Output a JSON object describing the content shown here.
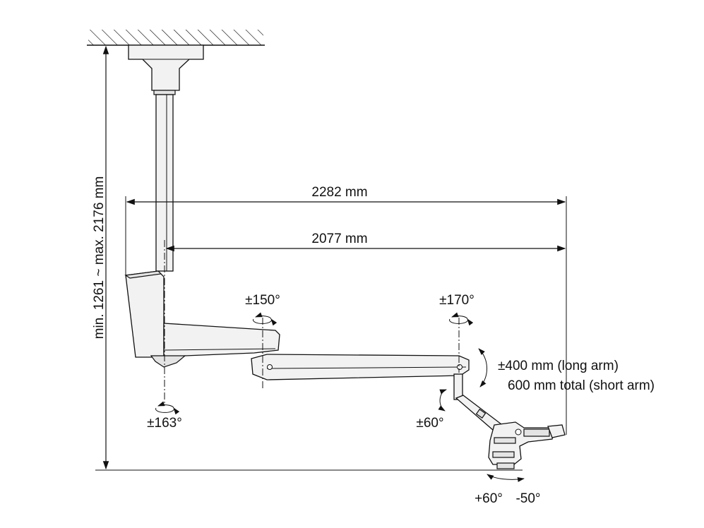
{
  "dimensions": {
    "total_reach": "2282 mm",
    "arm_reach": "2077 mm",
    "height_range": "min. 1261 ~ max. 2176 mm",
    "vertical_travel_line1": "±400 mm (long arm)",
    "vertical_travel_line2": "600 mm total (short arm)"
  },
  "rotations": {
    "column_rotation": "±163°",
    "joint1_rotation": "±150°",
    "joint2_rotation": "±170°",
    "tilt_rotation": "±60°",
    "head_tilt_up": "+60°",
    "head_tilt_down": "-50°"
  },
  "colors": {
    "line": "#111111",
    "body": "#f2f2f2",
    "shade": "#e4e4e4"
  }
}
